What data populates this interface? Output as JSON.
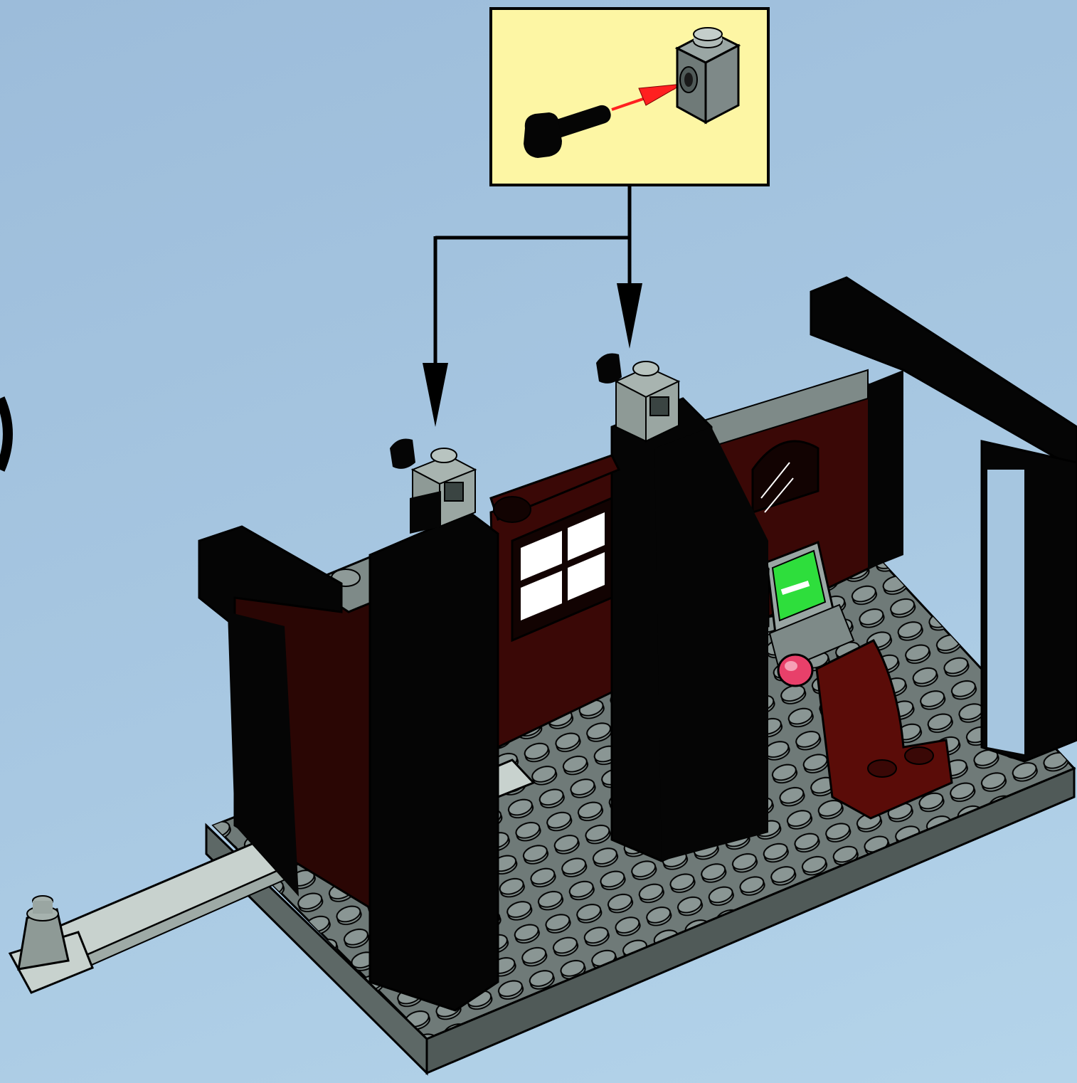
{
  "colors": {
    "background": "#a6c6e0",
    "callout_fill": "#fdf6a4",
    "callout_border": "#000000",
    "brick_gray": "#6f7a78",
    "brick_gray_light": "#9aa6a4",
    "brick_black": "#0a0a0a",
    "brick_dark_red": "#3a0806",
    "screen_green": "#2ede3c",
    "button_pink": "#e8406a",
    "arrow_red": "#ff2020",
    "tile_light": "#c8d2ce"
  },
  "icons": {
    "step_indicator": "step-indicator-arc",
    "connector_piece": "bar-with-clip-piece",
    "target_brick": "brick-with-side-stud",
    "assembly_arrow": "red-insert-arrow",
    "placement_arrows": "black-placement-arrows"
  },
  "callout": {
    "description_icon": "bar-into-brick-subassembly"
  }
}
